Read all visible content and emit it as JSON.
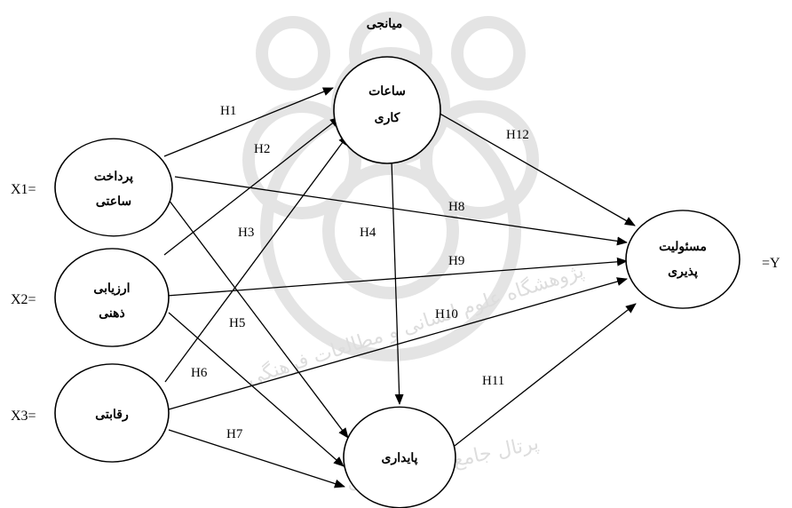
{
  "title": "میانجی",
  "nodes": {
    "x1": [
      "پرداخت",
      "ساعتی"
    ],
    "x2": [
      "ارزیابی",
      "ذهنی"
    ],
    "x3": [
      "رقابتی"
    ],
    "m1": [
      "ساعات",
      "کاری"
    ],
    "m2": [
      "پایداری"
    ],
    "y": [
      "مسئولیت",
      "پذیری"
    ]
  },
  "var_labels": {
    "x1": "X1=",
    "x2": "X2=",
    "x3": "X3=",
    "y": "=Y"
  },
  "hypotheses": [
    "H1",
    "H2",
    "H3",
    "H4",
    "H5",
    "H6",
    "H7",
    "H8",
    "H9",
    "H10",
    "H11",
    "H12"
  ],
  "watermark": {
    "lines": [
      "پژوهشگاه علوم انسانی و مطالعات فرهنگی",
      "پرتال جامع علوم انسانی"
    ],
    "color": "#dddddd"
  }
}
